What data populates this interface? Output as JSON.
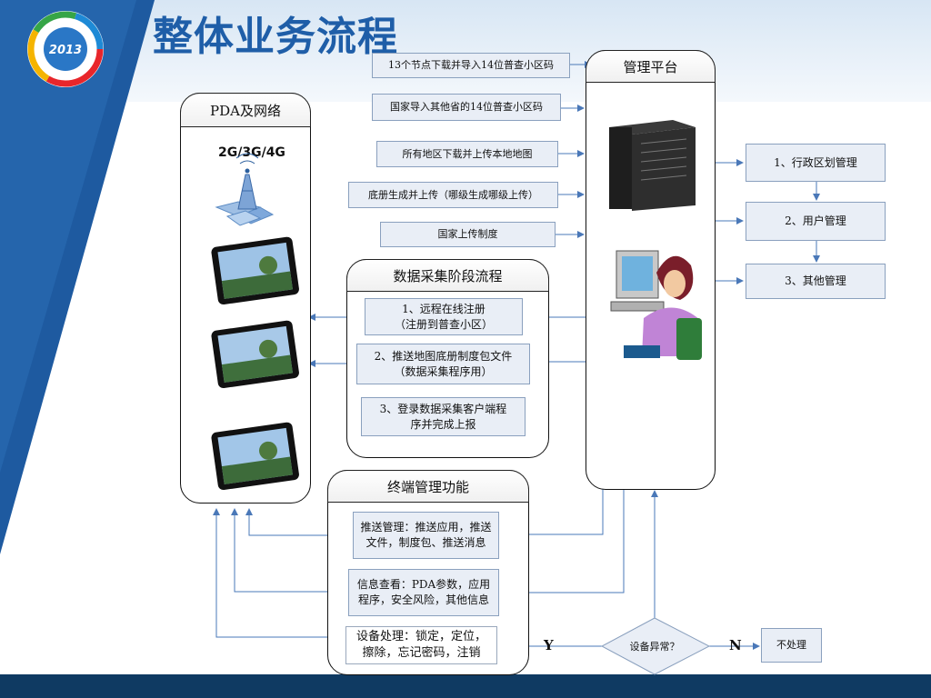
{
  "page": {
    "title": "整体业务流程",
    "logo_text": "2013"
  },
  "pda_panel": {
    "title": "PDA及网络",
    "network_label": "2G/3G/4G"
  },
  "platform_panel": {
    "title": "管理平台"
  },
  "import_steps": [
    "13个节点下载并导入14位普查小区码",
    "国家导入其他省的14位普查小区码",
    "所有地区下载并上传本地地图",
    "底册生成并上传（哪级生成哪级上传）",
    "国家上传制度"
  ],
  "management": [
    "1、行政区划管理",
    "2、用户管理",
    "3、其他管理"
  ],
  "collection": {
    "title": "数据采集阶段流程",
    "step1_line1": "1、远程在线注册",
    "step1_line2": "（注册到普查小区）",
    "step2_line1": "2、推送地图底册制度包文件",
    "step2_line2": "（数据采集程序用）",
    "step3_line1": "3、登录数据采集客户端程",
    "step3_line2": "序并完成上报"
  },
  "terminal": {
    "title": "终端管理功能",
    "push_line1": "推送管理：推送应用，推送",
    "push_line2": "文件，制度包、推送消息",
    "info_line1": "信息查看：PDA参数，应用",
    "info_line2": "程序，安全风险，其他信息",
    "device_line1": "设备处理：锁定，定位，",
    "device_line2": "擦除，忘记密码，注销"
  },
  "decision": {
    "label": "设备异常？",
    "yes": "Y",
    "no": "N",
    "no_action": "不处理"
  },
  "colors": {
    "title_blue": "#1f5ea8",
    "arrow_blue": "#4a78b8",
    "box_fill": "#e9eef6",
    "footer_navy": "#0f3a62"
  }
}
